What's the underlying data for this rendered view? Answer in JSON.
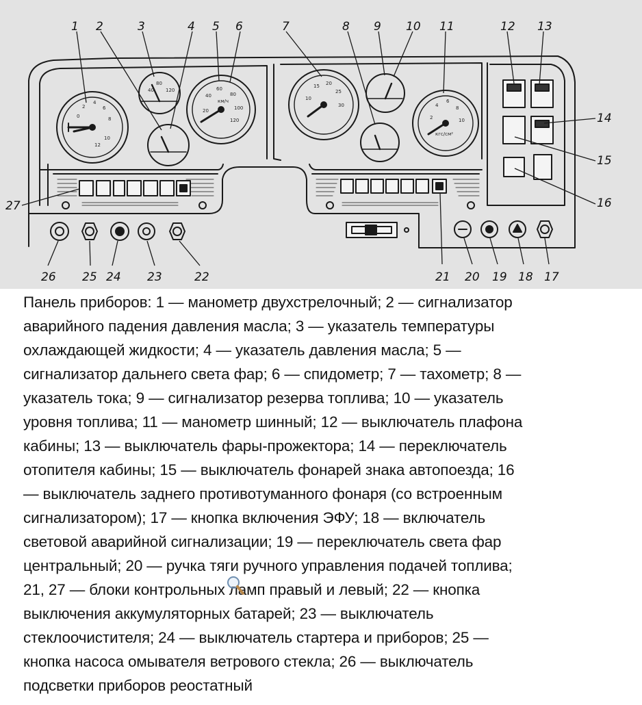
{
  "diagram": {
    "callouts": [
      "1",
      "2",
      "3",
      "4",
      "5",
      "6",
      "7",
      "8",
      "9",
      "10",
      "11",
      "12",
      "13",
      "14",
      "15",
      "16",
      "17",
      "18",
      "19",
      "20",
      "21",
      "22",
      "23",
      "24",
      "25",
      "26",
      "27"
    ],
    "gauge_marks": {
      "g1": [
        "0",
        "2",
        "4",
        "6",
        "8",
        "10",
        "12"
      ],
      "g3": [
        "40",
        "80",
        "120"
      ],
      "g5": [
        "20",
        "40",
        "60",
        "80",
        "100",
        "120"
      ],
      "g5_unit": "км/ч",
      "g7": [
        "10",
        "15",
        "20",
        "25",
        "30"
      ],
      "g11": [
        "2",
        "4",
        "6",
        "8",
        "10"
      ],
      "g11_unit": "кгс/см²"
    }
  },
  "caption": {
    "lines": [
      "Панель приборов: 1 — манометр двухстрелочный; 2 — сигнализатор",
      "аварийного падения давления масла; 3 — указатель температуры",
      "охлаждающей жидкости; 4 — указатель давления масла; 5 —",
      "сигнализатор дальнего света фар; 6 — спидометр; 7 — тахометр; 8 —",
      "указатель тока; 9 — сигнализатор резерва топлива; 10 — указатель",
      "уровня топлива; 11 — манометр шинный; 12 — выключатель плафона",
      "кабины; 13 — выключатель фары-прожектора; 14 — переключатель",
      "отопителя кабины; 15 — выключатель фонарей знака автопоезда; 16",
      "— выключатель заднего противотуманного фонаря (со встроенным",
      "сигнализатором); 17 — кнопка включения ЭФУ; 18 — включатель",
      "световой аварийной сигнализации; 19 — переключатель света фар",
      "центральный; 20 — ручка тяги ручного управления подачей топлива;",
      "21, 27 — блоки контрольных ламп правый и левый; 22 — кнопка",
      "выключения аккумуляторных батарей; 23 — выключатель",
      "стеклоочистителя; 24 — выключатель стартера и приборов; 25 —",
      "кнопка насоса омывателя ветрового стекла; 26 — выключатель",
      "подсветки приборов реостатный"
    ]
  }
}
